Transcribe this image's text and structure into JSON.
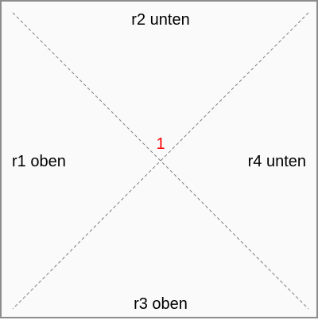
{
  "diagram": {
    "top_label": "r2 unten",
    "right_label": "r4 unten",
    "bottom_label": "r3 oben",
    "left_label": "r1 oben",
    "center_label": "1",
    "center_label_color": "#ff0000",
    "line_color": "#808080",
    "border_color": "#8c8c8c",
    "background_color": "#fafafa"
  }
}
